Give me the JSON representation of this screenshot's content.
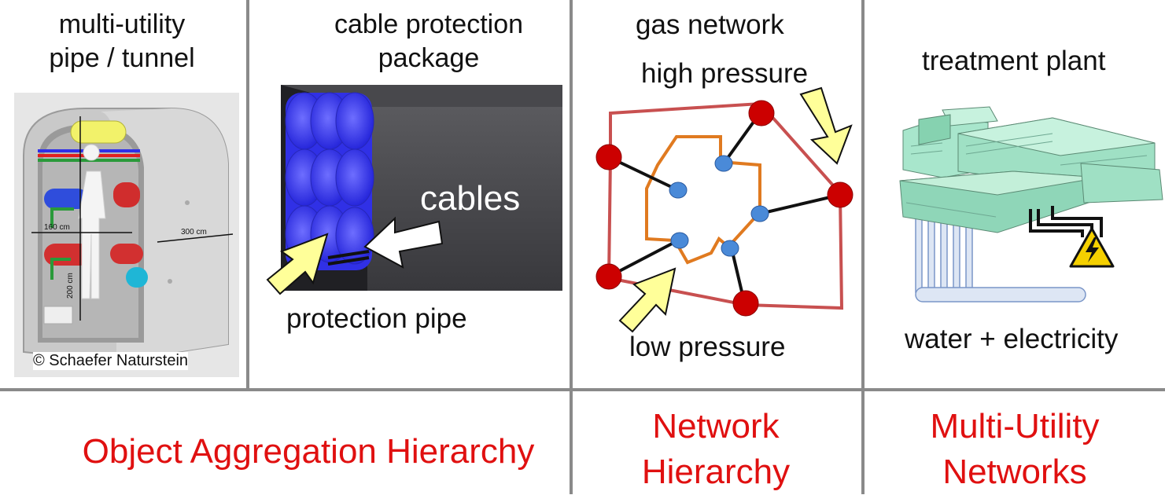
{
  "panels": {
    "tunnel": {
      "title_line1": "multi-utility",
      "title_line2": "pipe / tunnel",
      "dim_width": "160 cm",
      "dim_depth": "300 cm",
      "dim_height": "200 cm",
      "copyright": "© Schaefer Naturstein"
    },
    "cable": {
      "title_line1": "cable protection",
      "title_line2": "package",
      "cables_label": "cables",
      "pipe_label": "protection pipe"
    },
    "gas": {
      "title": "gas network",
      "high_label": "high pressure",
      "low_label": "low pressure"
    },
    "plant": {
      "title": "treatment plant",
      "bottom_label": "water + electricity"
    }
  },
  "bottom": {
    "aggregation": "Object Aggregation Hierarchy",
    "network_line1": "Network",
    "network_line2": "Hierarchy",
    "multi_line1": "Multi-Utility",
    "multi_line2": "Networks"
  },
  "colors": {
    "accent_red": "#e01010",
    "divider": "#8a8a8a",
    "arrow_yellow": "#ffff99",
    "node_red": "#cc0000",
    "node_blue": "#4a8ad8",
    "pipe_blue": "#4040ff",
    "building_green": "#9fe0c4"
  },
  "icons": [
    "yellow-arrow-icon",
    "white-arrow-icon",
    "high-voltage-warning-icon"
  ]
}
